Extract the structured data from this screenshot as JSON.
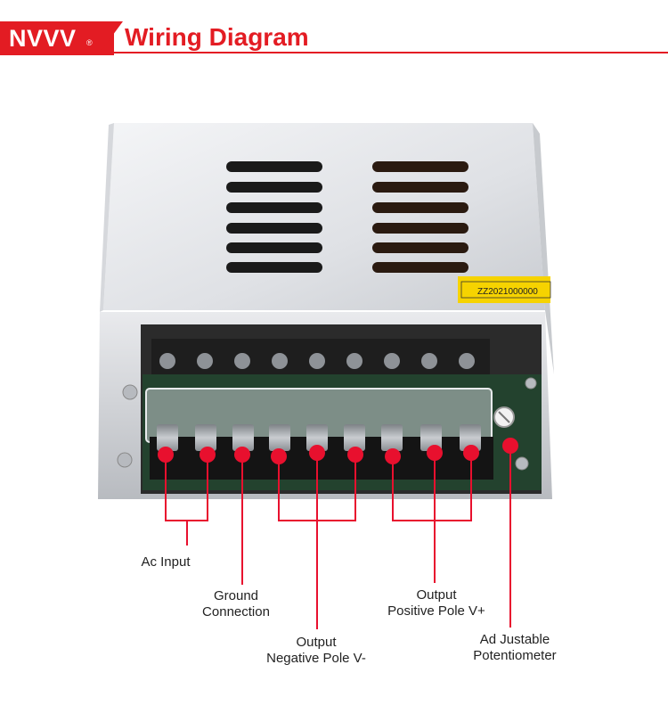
{
  "header": {
    "brand": "NVVV",
    "registered_mark": "®",
    "title": "Wiring Diagram"
  },
  "device": {
    "sticker_text": "ZZ2021000000"
  },
  "labels": {
    "ac_input": "Ac Input",
    "ground_line1": "Ground",
    "ground_line2": "Connection",
    "neg_line1": "Output",
    "neg_line2": "Negative Pole V-",
    "pos_line1": "Output",
    "pos_line2": "Positive Pole V+",
    "pot_line1": "Ad Justable",
    "pot_line2": "Potentiometer"
  },
  "colors": {
    "accent": "#e31c23",
    "marker": "#e8102e"
  }
}
